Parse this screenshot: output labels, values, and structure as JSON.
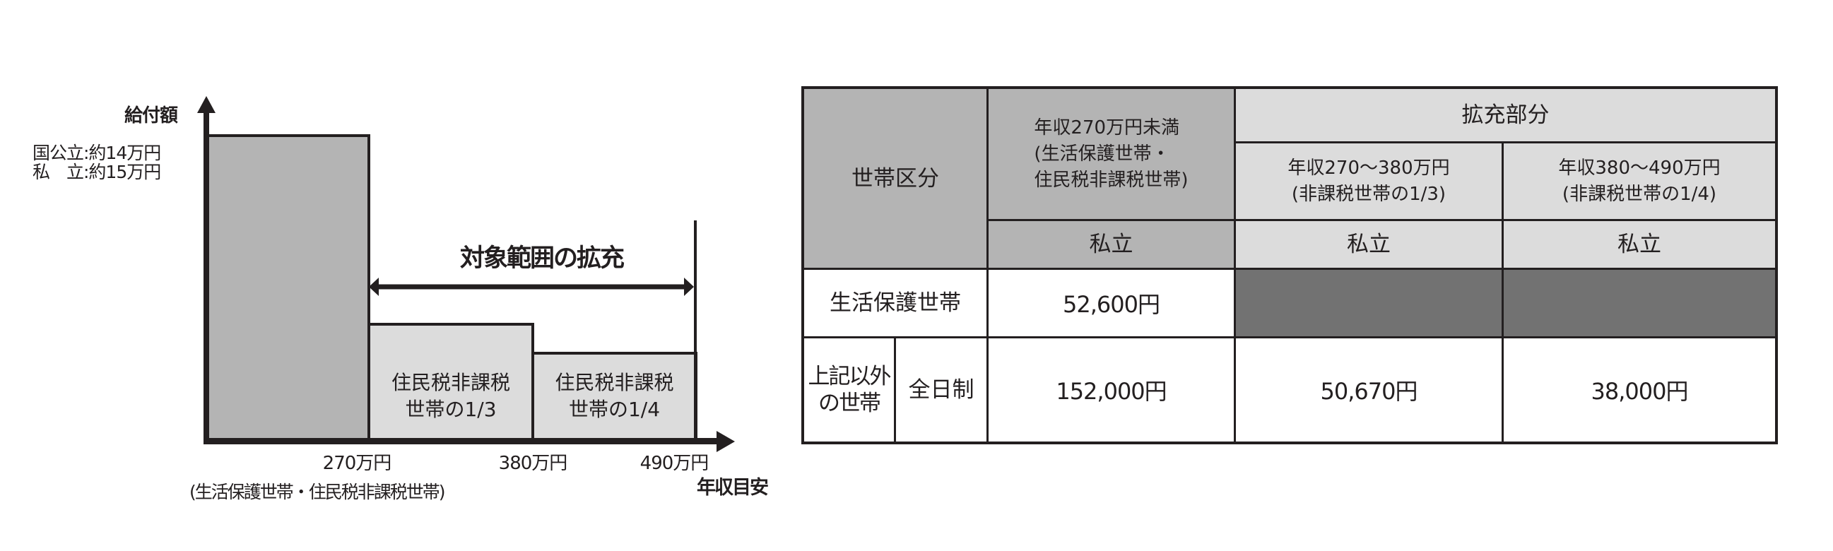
{
  "chart": {
    "y_axis_label": "給付額",
    "y_values": {
      "national_public": "国公立:約14万円",
      "private": "私　立:約15万円"
    },
    "expansion_title": "対象範囲の拡充",
    "bars": [
      {
        "label_line1": "",
        "label_line2": ""
      },
      {
        "label_line1": "住民税非課税",
        "label_line2": "世帯の1/3"
      },
      {
        "label_line1": "住民税非課税",
        "label_line2": "世帯の1/4"
      }
    ],
    "x_ticks": [
      "270万円",
      "380万円",
      "490万円"
    ],
    "x_tick_note": "(生活保護世帯・住民税非課税世帯)",
    "x_axis_label": "年収目安"
  },
  "table": {
    "header": {
      "household_category": "世帯区分",
      "col_under270": {
        "line1": "年収270万円未満",
        "line2": "(生活保護世帯・",
        "line3": "住民税非課税世帯)"
      },
      "expansion_group": "拡充部分",
      "col_270_380": {
        "line1": "年収270～380万円",
        "line2": "(非課税世帯の1/3)"
      },
      "col_380_490": {
        "line1": "年収380～490万円",
        "line2": "(非課税世帯の1/4)"
      },
      "private_labels": [
        "私立",
        "私立",
        "私立"
      ]
    },
    "rows": [
      {
        "label": "生活保護世帯",
        "values": [
          "52,600円",
          "",
          ""
        ]
      },
      {
        "label_line1": "上記以外",
        "label_line2": "の世帯",
        "sub_label": "全日制",
        "values": [
          "152,000円",
          "50,670円",
          "38,000円"
        ]
      }
    ]
  },
  "colors": {
    "dark_gray": "#b4b4b4",
    "light_gray": "#dcdcdc",
    "blank_cell": "#727272",
    "line": "#231f20"
  },
  "chart_data": {
    "type": "bar",
    "title": "対象範囲の拡充",
    "xlabel": "年収目安",
    "ylabel": "給付額",
    "categories": [
      "～270万円 (生活保護世帯・住民税非課税世帯)",
      "270～380万円",
      "380～490万円"
    ],
    "x_ticks": [
      "270万円",
      "380万円",
      "490万円"
    ],
    "series": [
      {
        "name": "給付額(相対)",
        "values": [
          1,
          0.333,
          0.25
        ],
        "labels": [
          "国公立:約14万円 / 私立:約15万円",
          "住民税非課税世帯の1/3",
          "住民税非課税世帯の1/4"
        ]
      }
    ],
    "annotations": [
      "国公立:約14万円",
      "私　立:約15万円",
      "対象範囲の拡充 (270万円～490万円)"
    ]
  }
}
